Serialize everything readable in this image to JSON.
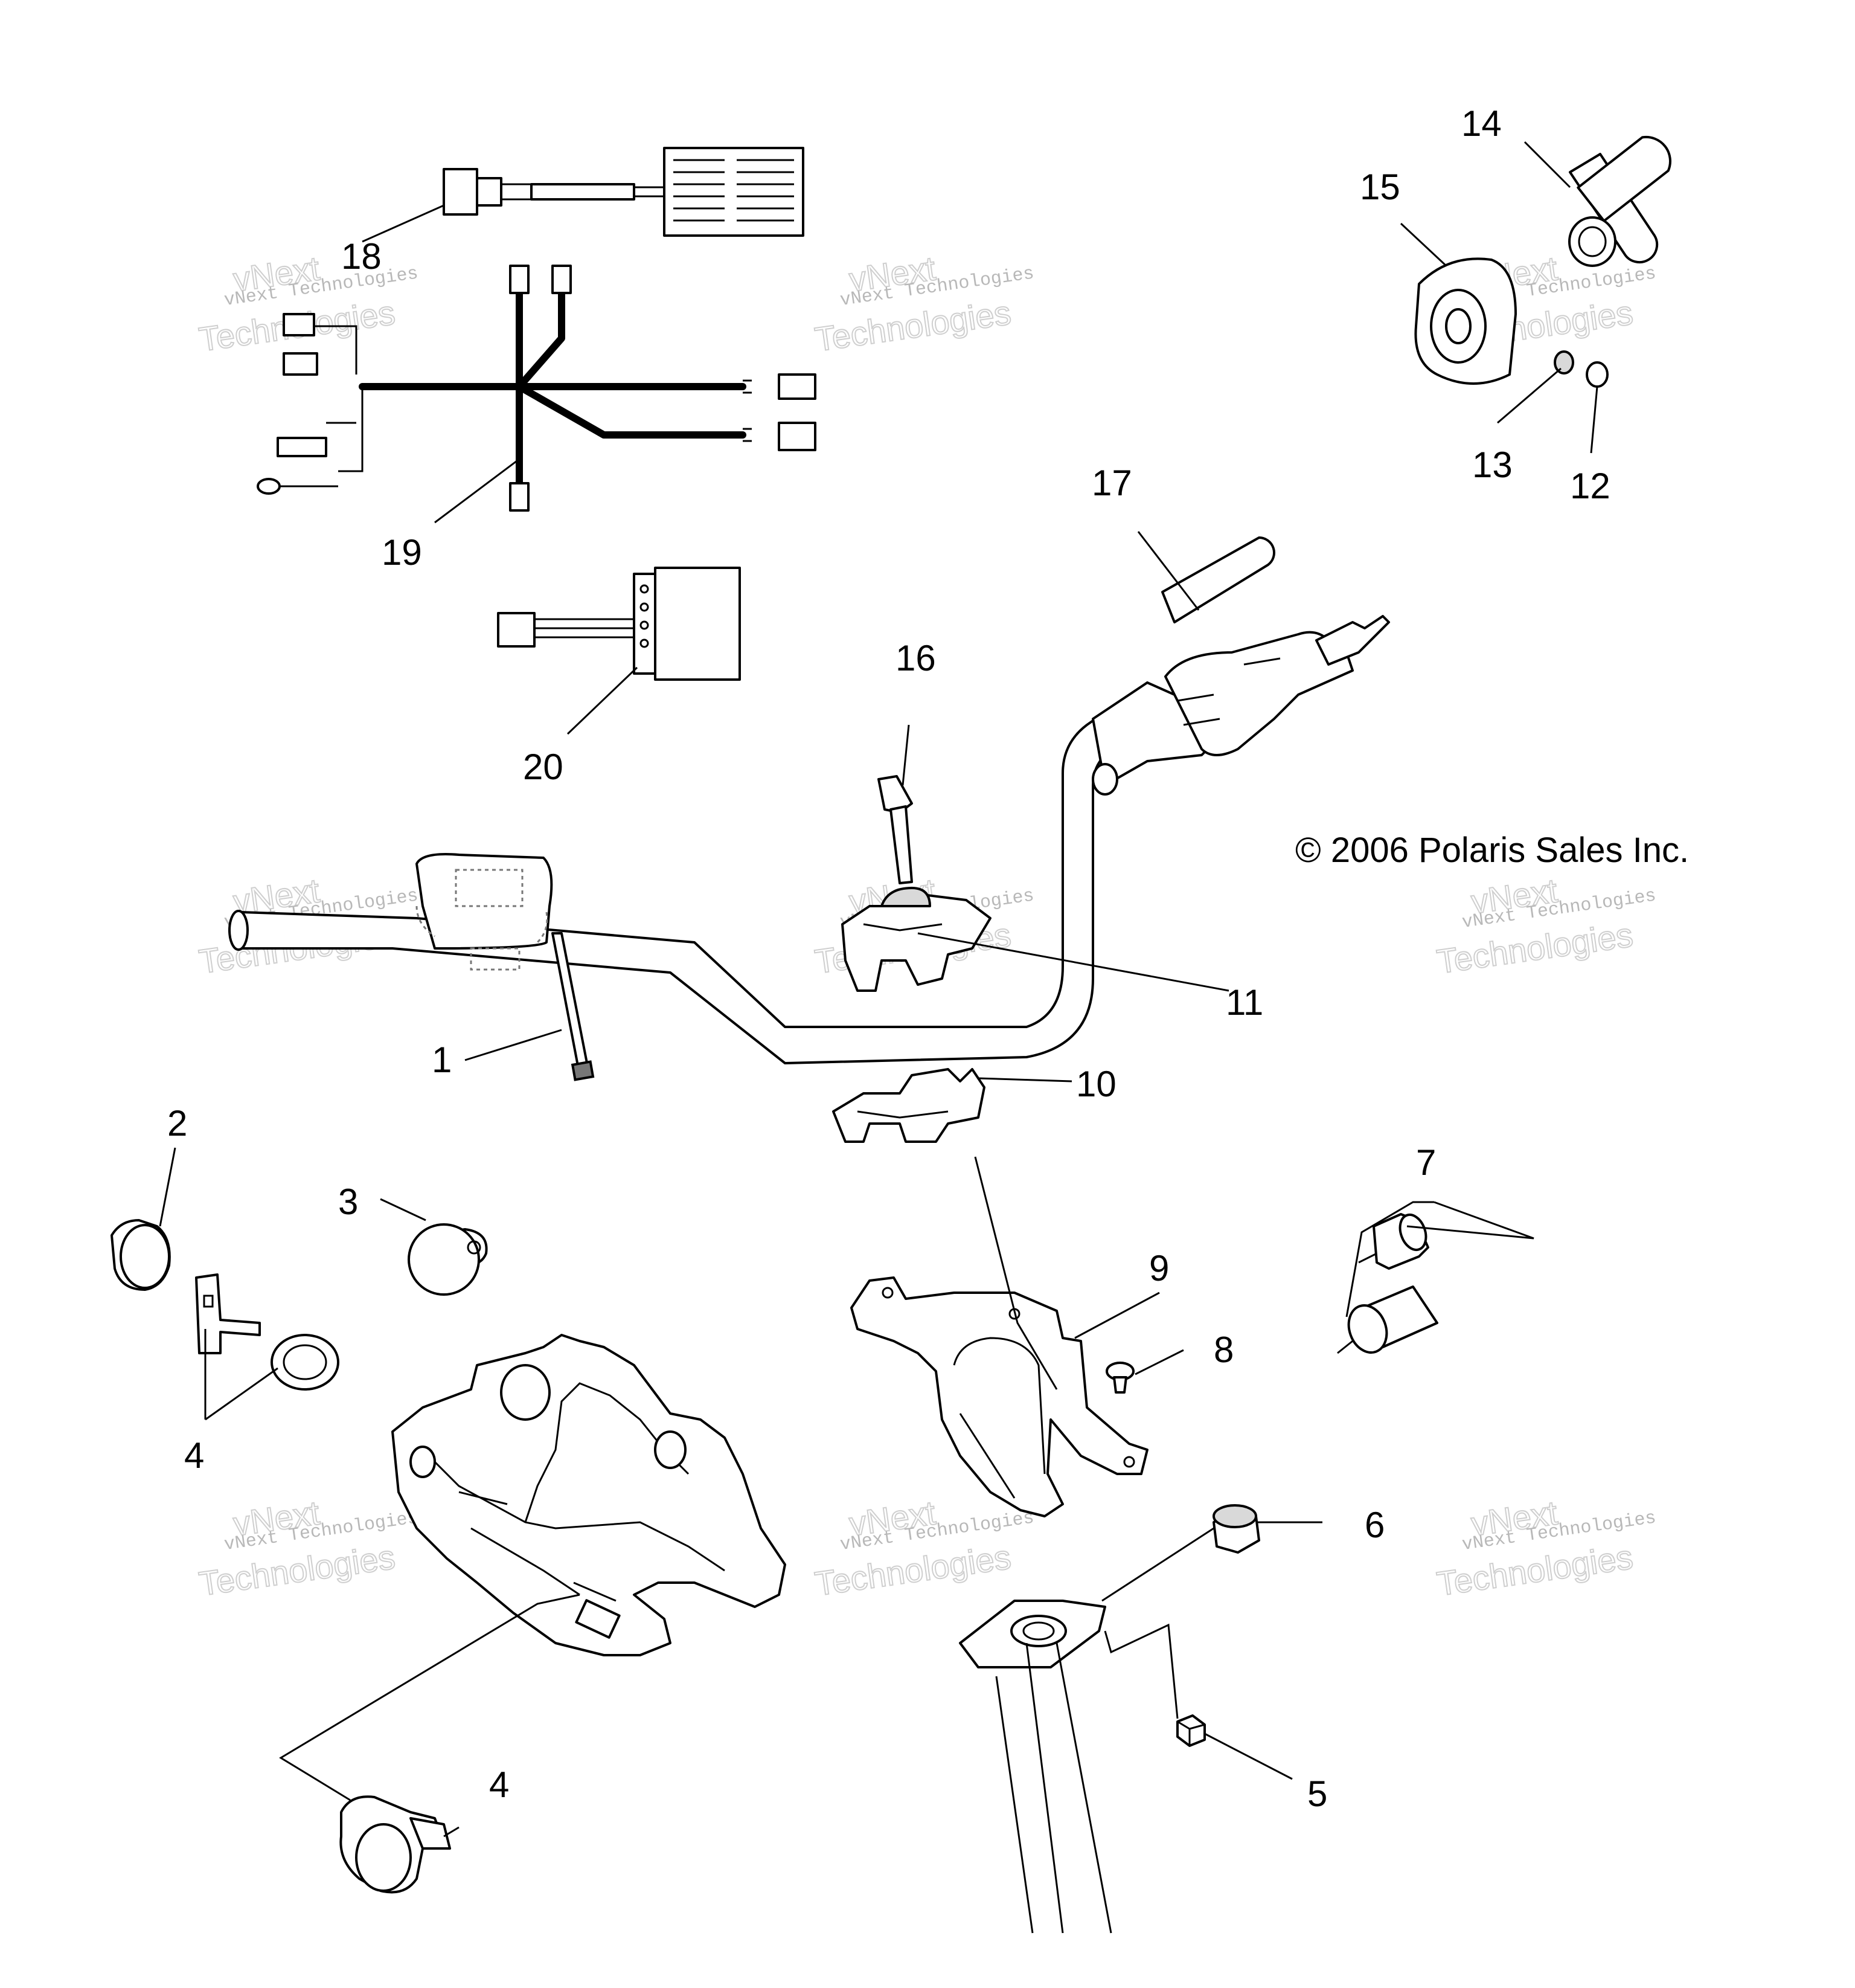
{
  "copyright": "© 2006 Polaris Sales Inc.",
  "watermark": {
    "line1": "vNext Technologies",
    "line2": "Technologies",
    "line3": "vNext"
  },
  "callouts": {
    "c1": "1",
    "c2": "2",
    "c3": "3",
    "c4a": "4",
    "c4b": "4",
    "c5": "5",
    "c6": "6",
    "c7": "7",
    "c8": "8",
    "c9": "9",
    "c10": "10",
    "c11": "11",
    "c12": "12",
    "c13": "13",
    "c14": "14",
    "c15": "15",
    "c16": "16",
    "c17": "17",
    "c18": "18",
    "c19": "19",
    "c20": "20"
  }
}
